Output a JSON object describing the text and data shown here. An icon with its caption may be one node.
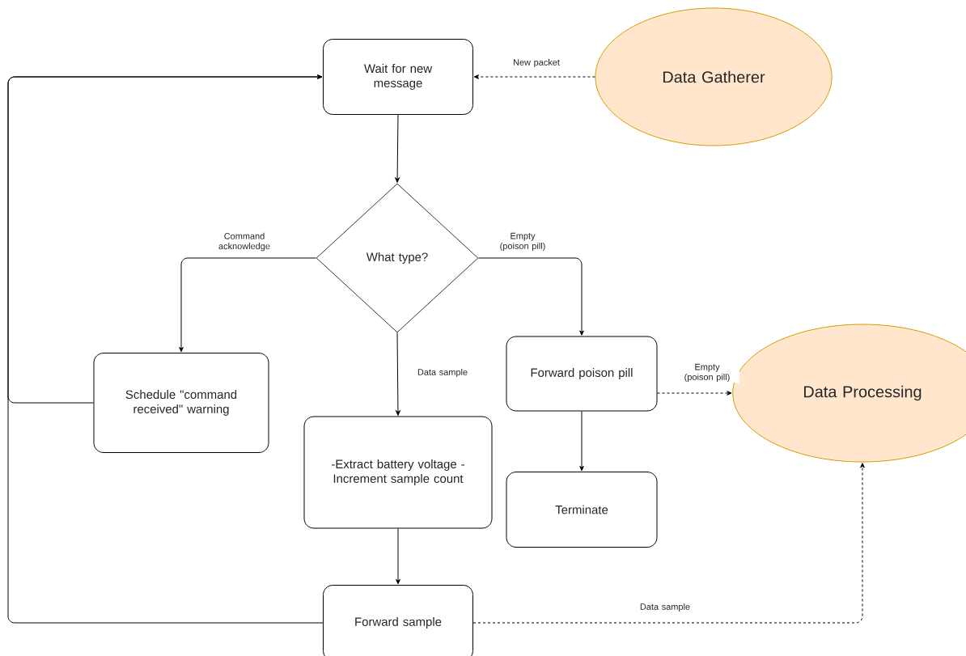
{
  "diagram": {
    "nodes": [
      {
        "text": [
          "Wait for new message"
        ]
      },
      {
        "text": [
          "Data Gatherer"
        ]
      },
      {
        "text": [
          "What type?"
        ]
      },
      {
        "text": [
          "Schedule \"command received\" warning"
        ]
      },
      {
        "text": [
          "-Extract battery voltage -Increment sample count"
        ]
      },
      {
        "text": [
          "Forward poison pill"
        ]
      },
      {
        "text": [
          "Data Processing"
        ]
      },
      {
        "text": [
          "Terminate"
        ]
      },
      {
        "text": [
          "Forward sample"
        ]
      }
    ],
    "edges": [
      {
        "from": 1,
        "to": 0,
        "arrow": "to",
        "label": "New packet",
        "style": "dashed"
      },
      {
        "from": 0,
        "to": 2,
        "arrow": "to"
      },
      {
        "from": 2,
        "to": 3,
        "arrow": "to",
        "label": "Command acknowledge"
      },
      {
        "from": 2,
        "to": 5,
        "arrow": "to",
        "label": "Empty (poison pill)"
      },
      {
        "from": 2,
        "to": 4,
        "arrow": "to",
        "label": "Data sample"
      },
      {
        "from": 5,
        "to": 6,
        "arrow": "to",
        "label": "Empty (poison pill)",
        "style": "dashed"
      },
      {
        "from": 5,
        "to": 7,
        "arrow": "to"
      },
      {
        "from": 4,
        "to": 8,
        "arrow": "to"
      },
      {
        "from": 8,
        "to": 6,
        "arrow": "to",
        "label": "Data sample",
        "style": "dashed"
      },
      {
        "from": 3,
        "to": 0,
        "arrow": "to"
      },
      {
        "from": 8,
        "to": 0,
        "arrow": "to"
      }
    ]
  }
}
